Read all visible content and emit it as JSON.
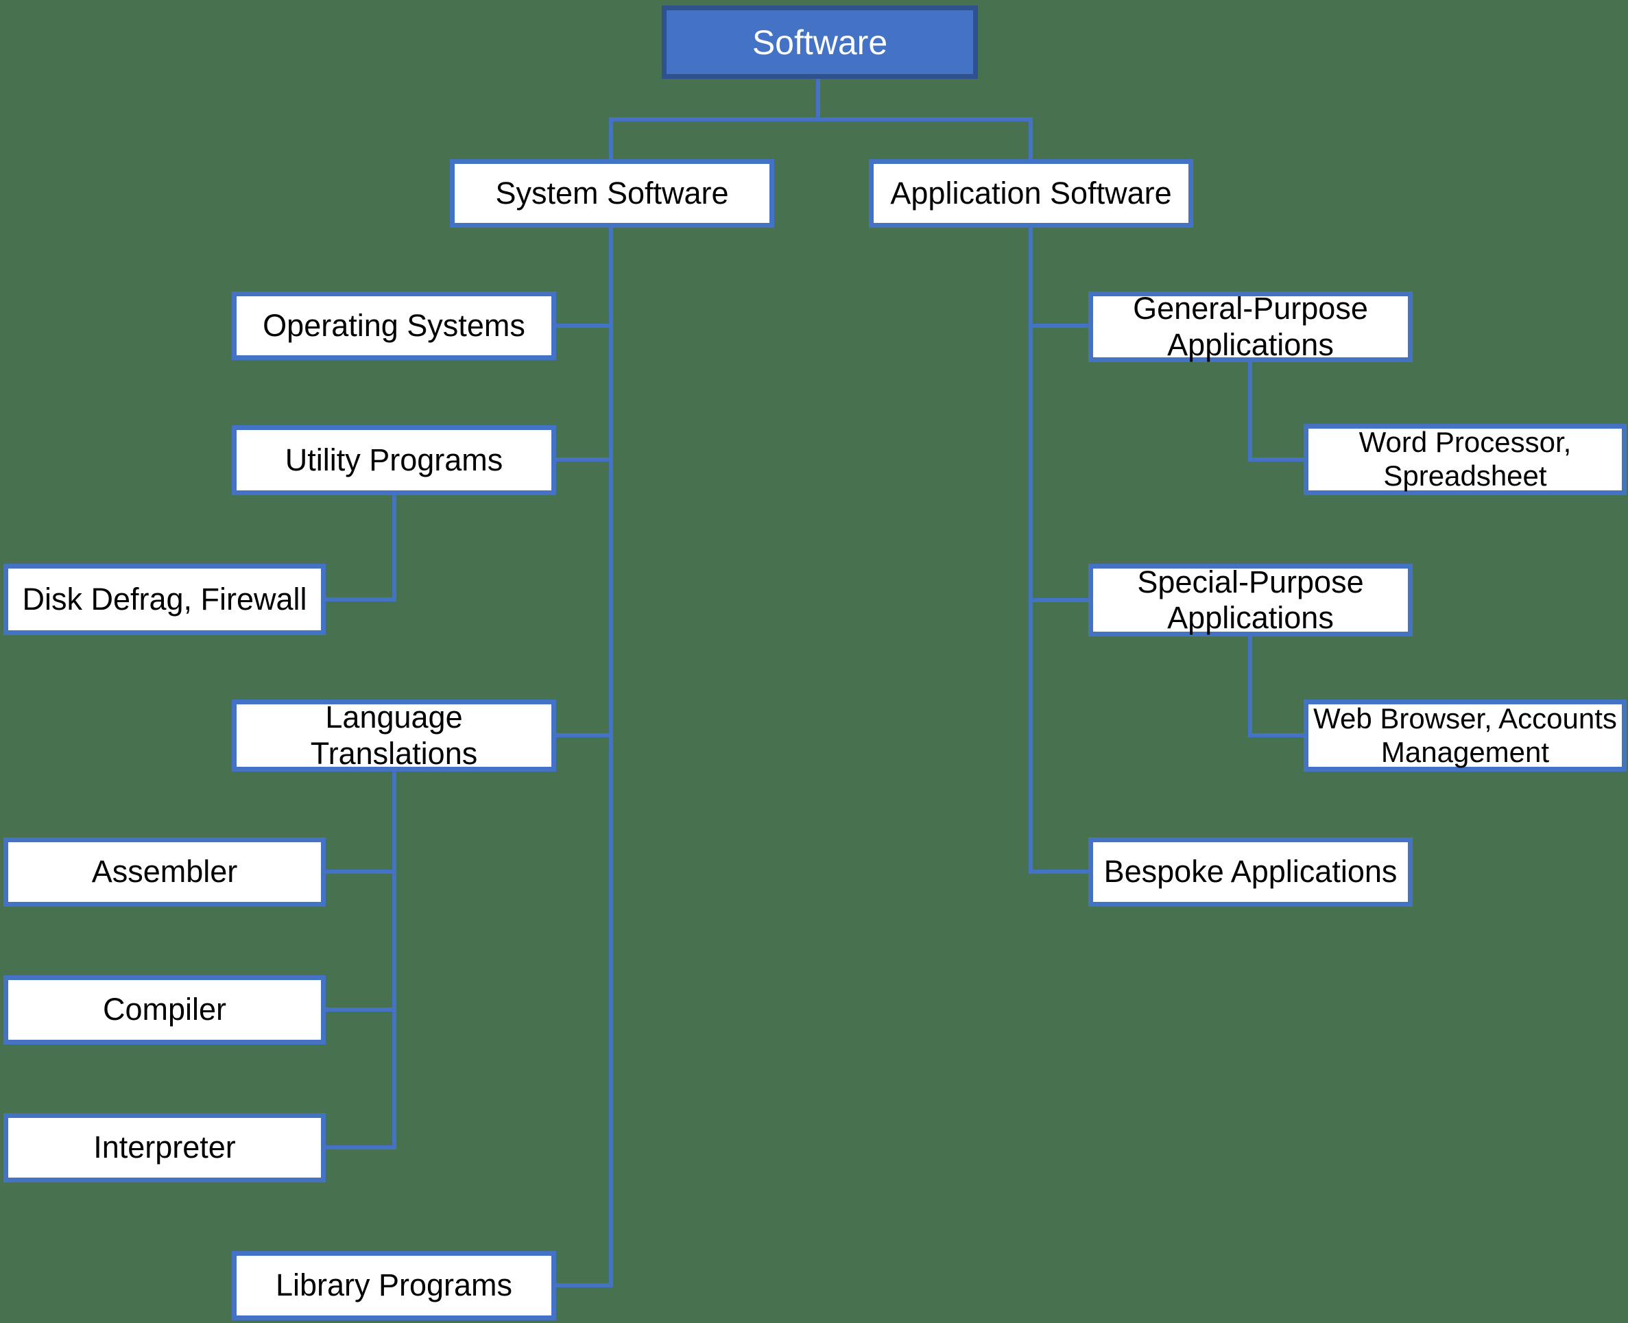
{
  "diagram": {
    "title": "Software hierarchy flowchart",
    "colors": {
      "background": "#48714F",
      "accent": "#4472C4",
      "root_fill": "#4472C4",
      "root_border": "#2F528F",
      "root_text": "#FFFFFF",
      "node_fill": "#FFFFFF",
      "node_border": "#4472C4",
      "node_text": "#000000",
      "connector": "#4472C4"
    },
    "nodes": {
      "software": "Software",
      "system_software": "System Software",
      "application_software": "Application Software",
      "operating_systems": "Operating Systems",
      "utility_programs": "Utility Programs",
      "disk_defrag": "Disk Defrag, Firewall",
      "language_translations": "Language\nTranslations",
      "assembler": "Assembler",
      "compiler": "Compiler",
      "interpreter": "Interpreter",
      "library_programs": "Library Programs",
      "general_purpose": "General-Purpose\nApplications",
      "word_processor": "Word Processor,\nSpreadsheet",
      "special_purpose": "Special-Purpose\nApplications",
      "web_browser": "Web Browser, Accounts\nManagement",
      "bespoke": "Bespoke Applications"
    },
    "edges": [
      "software->system_software",
      "software->application_software",
      "system_software->operating_systems",
      "system_software->utility_programs",
      "system_software->language_translations",
      "system_software->library_programs",
      "utility_programs->disk_defrag",
      "language_translations->assembler",
      "language_translations->compiler",
      "language_translations->interpreter",
      "application_software->general_purpose",
      "application_software->special_purpose",
      "application_software->bespoke",
      "general_purpose->word_processor",
      "special_purpose->web_browser"
    ]
  }
}
